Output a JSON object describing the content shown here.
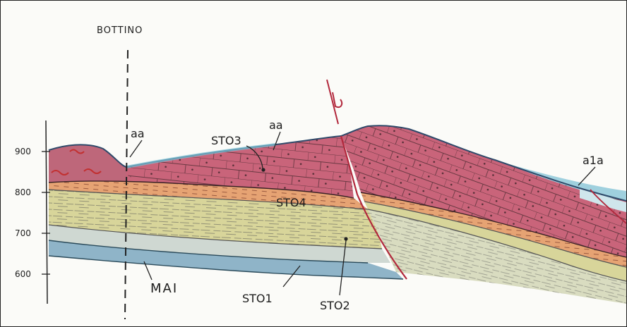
{
  "section": {
    "locality": "BOTTINO",
    "elevation_labels": [
      "900",
      "800",
      "700",
      "600"
    ],
    "fault_symbol": "ↄ",
    "unit_labels": {
      "aa_left": "aa",
      "aa_center": "aa",
      "a1a": "a1a",
      "sto3": "STO3",
      "sto4": "STO4",
      "sto2": "STO2",
      "sto1": "STO1",
      "mai": "MAI"
    }
  },
  "colors": {
    "sto3": "#c9647a",
    "sto4": "#e6a373",
    "sto2": "#d8d59a",
    "sto1": "#cfd8d2",
    "mai": "#8fb4c8",
    "aa": "#9fd0de",
    "fault": "#b2283c",
    "ink": "#2a2a2a"
  }
}
